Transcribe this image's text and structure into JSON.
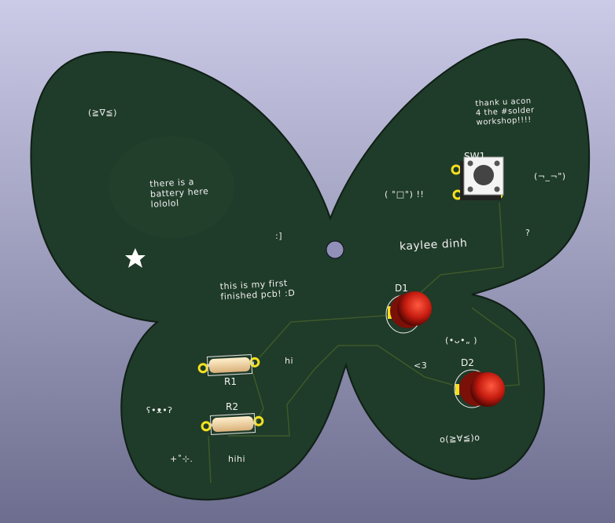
{
  "board": {
    "colors": {
      "solder_mask": "#1f3b29",
      "silkscreen": "#f2f2f2",
      "pad": "#f5e020",
      "led": "#d42a1a",
      "background_top": "#cbcbe8",
      "background_bottom": "#6d6d8f"
    },
    "silkscreen_texts": {
      "kaomoji_top_left": "(≧∇≦)",
      "battery_note": "there is a\nbattery here\nlololol",
      "colon_bracket": ":]",
      "first_pcb": "this is my first\nfinished pcb! :D",
      "thanks": "thank u acon\n4 the #solder\nworkshop!!!!",
      "kaomoji_shock": "( °□°) !!",
      "kaomoji_meh": "(¬_¬\")",
      "name": "kaylee dinh",
      "question": "?",
      "hi": "hi",
      "heart": "<3",
      "kaomoji_smile": "(•ᴗ•„ )",
      "kaomoji_bear": "ʕ•ᴥ•ʔ",
      "sparkle": "+˚⊹.",
      "hihi": "hihi",
      "kaomoji_happy": "o(≧∀≦)o"
    },
    "star_icon": "star-icon",
    "components": [
      {
        "ref": "SW1",
        "type": "tactile-switch"
      },
      {
        "ref": "D1",
        "type": "led"
      },
      {
        "ref": "D2",
        "type": "led"
      },
      {
        "ref": "R1",
        "type": "resistor"
      },
      {
        "ref": "R2",
        "type": "resistor"
      }
    ]
  }
}
